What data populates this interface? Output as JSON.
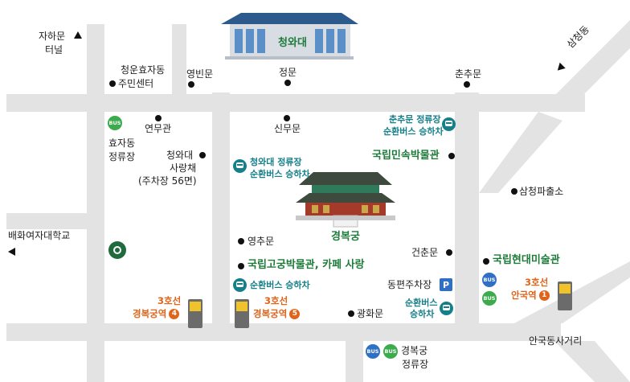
{
  "map": {
    "road_color": "#e3e3e3",
    "text_color": "#222222",
    "green_label_color": "#1e7b3a",
    "teal_label_color": "#16808a",
    "orange_label_color": "#e0641a"
  },
  "landmarks": {
    "cheongwadae": "청와대",
    "gyeongbokgung": "경복궁"
  },
  "labels": {
    "jahamun_tunnel_1": "자하문",
    "jahamun_tunnel_2": "터널",
    "cheongun_1": "청운효자동",
    "cheongun_2": "주민센터",
    "yeongbinmun": "영빈문",
    "jeongmun": "정문",
    "chunchumun": "춘추문",
    "samcheongdong": "삼청동",
    "yeonmugwan": "연무관",
    "hyoja_stop_1": "효자동",
    "hyoja_stop_2": "정류장",
    "sarangchae_1": "청와대",
    "sarangchae_2": "사랑채",
    "sarangchae_3": "(주차장 56면)",
    "sinmumun": "신무문",
    "chunchumun_bus_1": "춘추문 정류장",
    "chunchumun_bus_2": "순환버스 승하차",
    "folk_museum": "국립민속박물관",
    "cheongwadae_bus_1": "청와대 정류장",
    "cheongwadae_bus_2": "순환버스 승하차",
    "samcheong_police": "삼청파출소",
    "baehwa": "배화여자대학교",
    "yeongchumun": "영추문",
    "palace_museum": "국립고궁박물관, 카페 사랑",
    "geonchunmun": "건춘문",
    "mmca": "국립현대미술관",
    "circular_bus": "순환버스 승하차",
    "east_parking": "동편주차장",
    "parking_symbol": "P",
    "bus_east_1": "순환버스",
    "bus_east_2": "승하차",
    "line3_1": "3호선",
    "gyeongbokgung_station": "경복궁역",
    "exit_4": "4",
    "exit_5": "5",
    "anguk_station": "안국역",
    "exit_1": "1",
    "gwanghwamun": "광화문",
    "anguk_intersection": "안국동사거리",
    "gyeongbokgung_stop_1": "경복궁",
    "gyeongbokgung_stop_2": "정류장",
    "bus_badge": "BUS"
  }
}
